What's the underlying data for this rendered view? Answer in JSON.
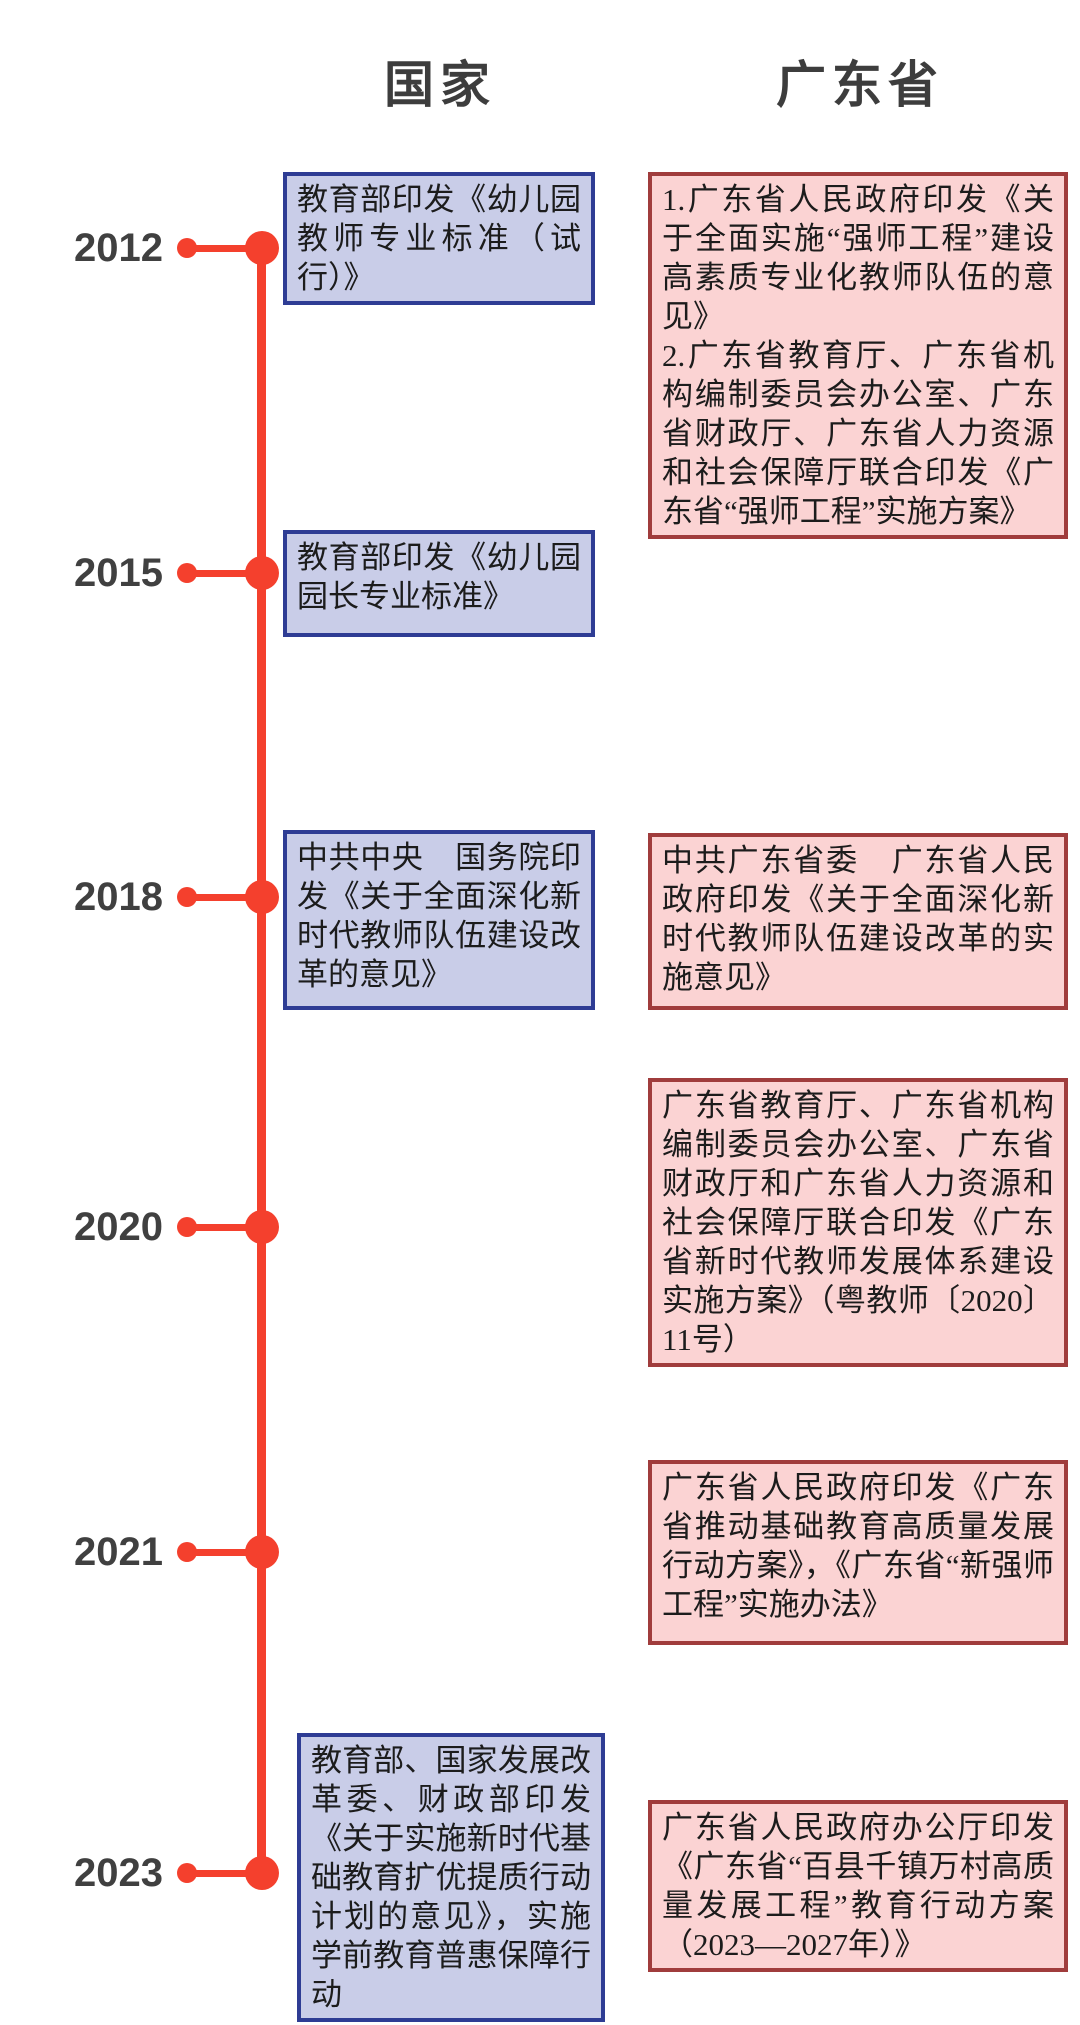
{
  "columns": {
    "national": "国家",
    "guangdong": "广东省"
  },
  "colors": {
    "timeline_red": "#f4402d",
    "year_label_gray": "#404040",
    "header_gray": "#3d3d3d",
    "national_box_fill": "#c9cde8",
    "national_box_border": "#2e3c94",
    "guangdong_box_fill": "#fbd3d3",
    "guangdong_box_border": "#a03c3c",
    "box_text": "#1c1c1c"
  },
  "timeline": {
    "rows": [
      {
        "year": "2012",
        "national": [
          "教育部印发《幼儿园教师专业标准（试行）》"
        ],
        "guangdong": [
          "1.广东省人民政府印发《关于全面实施“强师工程”建设高素质专业化教师队伍的意见》",
          "2.广东省教育厅、广东省机构编制委员会办公室、广东省财政厅、广东省人力资源和社会保障厅联合印发《广东省“强师工程”实施方案》"
        ]
      },
      {
        "year": "2015",
        "national": [
          "教育部印发《幼儿园园长专业标准》"
        ],
        "guangdong": []
      },
      {
        "year": "2018",
        "national": [
          "中共中央　国务院印发《关于全面深化新时代教师队伍建设改革的意见》"
        ],
        "guangdong": [
          "中共广东省委　广东省人民政府印发《关于全面深化新时代教师队伍建设改革的实施意见》"
        ]
      },
      {
        "year": "2020",
        "national": [],
        "guangdong": [
          "广东省教育厅、广东省机构编制委员会办公室、广东省财政厅和广东省人力资源和社会保障厅联合印发《广东省新时代教师发展体系建设实施方案》（粤教师〔2020〕11号）"
        ]
      },
      {
        "year": "2021",
        "national": [],
        "guangdong": [
          "广东省人民政府印发《广东省推动基础教育高质量发展行动方案》，《广东省“新强师工程”实施办法》"
        ]
      },
      {
        "year": "2023",
        "national": [
          "教育部、国家发展改革委、财政部印发《关于实施新时代基础教育扩优提质行动计划的意见》，实施学前教育普惠保障行动"
        ],
        "guangdong": [
          "广东省人民政府办公厅印发《广东省“百县千镇万村高质量发展工程”教育行动方案（2023—2027年）》"
        ]
      }
    ]
  }
}
